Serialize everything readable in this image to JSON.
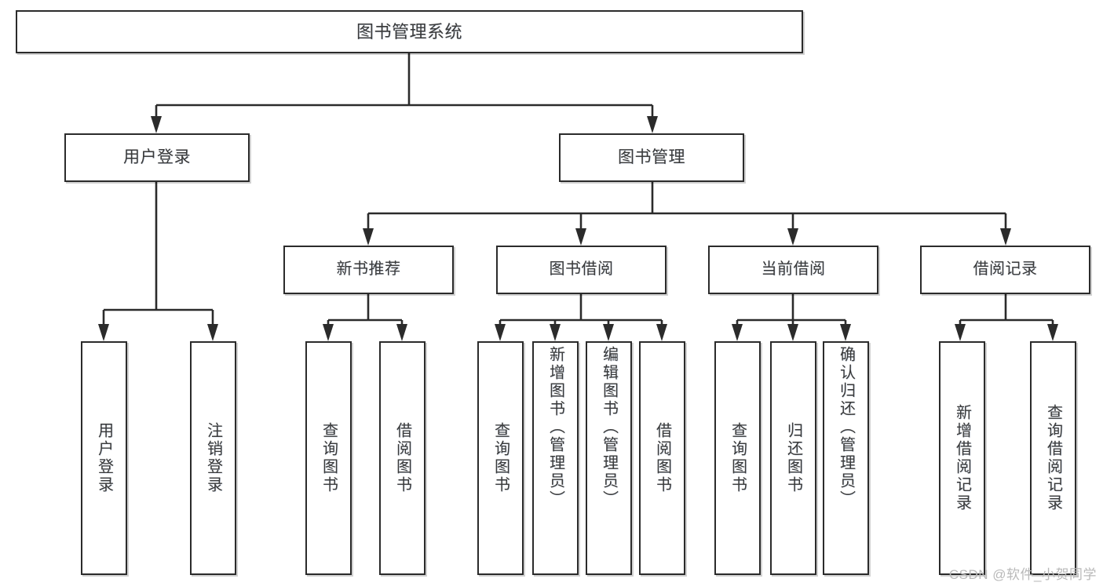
{
  "diagram": {
    "title": "图书管理系统",
    "type": "tree",
    "orientation": "top-down",
    "colors": {
      "box_border": "#2b2b2b",
      "box_fill": "#ffffff",
      "connector": "#2b2b2b",
      "text": "#3a3a3a",
      "watermark": "#b9b9b9",
      "background": "#ffffff"
    },
    "root": {
      "label": "图书管理系统"
    },
    "level2": [
      {
        "label": "用户登录"
      },
      {
        "label": "图书管理"
      }
    ],
    "level3": [
      {
        "label": "新书推荐"
      },
      {
        "label": "图书借阅"
      },
      {
        "label": "当前借阅"
      },
      {
        "label": "借阅记录"
      }
    ],
    "leaves": {
      "user_login": [
        {
          "label": "用户登录"
        },
        {
          "label": "注销登录"
        }
      ],
      "new_book_recommend": [
        {
          "label": "查询图书"
        },
        {
          "label": "借阅图书"
        }
      ],
      "book_borrow": [
        {
          "label": "查询图书"
        },
        {
          "label": "新增图书（管理员）"
        },
        {
          "label": "编辑图书（管理员）"
        },
        {
          "label": "借阅图书"
        }
      ],
      "current_borrow": [
        {
          "label": "查询图书"
        },
        {
          "label": "归还图书"
        },
        {
          "label": "确认归还（管理员）"
        }
      ],
      "borrow_records": [
        {
          "label": "新增借阅记录"
        },
        {
          "label": "查询借阅记录"
        }
      ]
    },
    "edges": [
      {
        "from": "图书管理系统",
        "to": "用户登录"
      },
      {
        "from": "图书管理系统",
        "to": "图书管理"
      },
      {
        "from": "用户登录",
        "to": "用户登录"
      },
      {
        "from": "用户登录",
        "to": "注销登录"
      },
      {
        "from": "图书管理",
        "to": "新书推荐"
      },
      {
        "from": "图书管理",
        "to": "图书借阅"
      },
      {
        "from": "图书管理",
        "to": "当前借阅"
      },
      {
        "from": "图书管理",
        "to": "借阅记录"
      },
      {
        "from": "新书推荐",
        "to": "查询图书"
      },
      {
        "from": "新书推荐",
        "to": "借阅图书"
      },
      {
        "from": "图书借阅",
        "to": "查询图书"
      },
      {
        "from": "图书借阅",
        "to": "新增图书（管理员）"
      },
      {
        "from": "图书借阅",
        "to": "编辑图书（管理员）"
      },
      {
        "from": "图书借阅",
        "to": "借阅图书"
      },
      {
        "from": "当前借阅",
        "to": "查询图书"
      },
      {
        "from": "当前借阅",
        "to": "归还图书"
      },
      {
        "from": "当前借阅",
        "to": "确认归还（管理员）"
      },
      {
        "from": "借阅记录",
        "to": "新增借阅记录"
      },
      {
        "from": "借阅记录",
        "to": "查询借阅记录"
      }
    ]
  },
  "watermark": {
    "text": "CSDN @软件_小贺同学"
  }
}
